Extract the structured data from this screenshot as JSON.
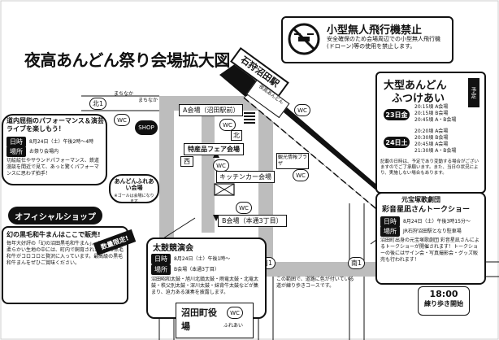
{
  "title": "夜高あんどん祭り会場拡大図",
  "drone_notice": {
    "heading": "小型無人飛行機禁止",
    "text": "安全確保のため会場周辺での小型無人飛行機(ドローン)等の使用を禁止します。"
  },
  "stations": {
    "station_name": "石狩沼田駅",
    "wc": "WC",
    "bus_stop": "夜高あんどん"
  },
  "map_labels": {
    "area_a": "A会場（沼田駅前）",
    "area_b": "B会場（本通3丁目）",
    "tokusan": "特産品フェア会場",
    "kitchen": "キッチンカー会場",
    "north": "北",
    "west": "西",
    "south1": "南1",
    "south1b": "南1",
    "kita1": "北1",
    "kankou": "観光情報プラザ",
    "machinaka": "まちなか",
    "shop": "SHOP",
    "fureai": "ふれあい",
    "town_office": "沼田町役場",
    "note": "この範囲で、道路に色が付いている道が練り歩きコースです。"
  },
  "performance": {
    "heading": "道内屈指のパフォーマンス＆演芸ライブを楽しもう！",
    "date_tag": "日時",
    "date": "8月24日（土）午後2時〜4時",
    "place_tag": "場所",
    "place": "お祭り会場内",
    "desc": "切絵絵仕やサウンドパフォーマンス、鉄道漫談を間近で見て、あっと驚くパフォーマンスに思わず拍手！"
  },
  "official_shop": {
    "heading": "オフィシャルショップ",
    "sub": "幻の黒毛和牛まんはここで販売!",
    "desc": "毎年大好評の「幻の沼田黒毛和牛まん」。ふんわりと柔らかい生地の中には、町内で飼育された特上の黒毛和牛がコロコロと贅沢に入っています。最高級の黒毛和牛まんをぜひご賞味ください。",
    "badge": "数量限定!"
  },
  "fureai_stage": {
    "label": "あんどんふれあい会場",
    "sub": "※ゴールは会場になります"
  },
  "taiko": {
    "heading": "太鼓競演会",
    "date_tag": "日時",
    "date": "8月24日（土）午後1時〜",
    "place_tag": "場所",
    "place": "B会場（本通3丁目）",
    "desc": "沼田昭和太鼓・旭川北鎮太鼓・雨竜太鼓・北竜太鼓・秩父別太鼓・深川太鼓・妹背牛太鼓などが集まり、迫力ある演奏を披露します。"
  },
  "andon_fureai": {
    "heading1": "大型あんどん",
    "heading2": "ふつけあい",
    "badge": "予定",
    "day1": "23日金",
    "day2": "24日土",
    "day1_times": [
      "20:15頃 A会場",
      "20:15頃 B会場",
      "20:45頃 A・B会場"
    ],
    "day2_times": [
      "20:20頃 A会場",
      "20:30頃 B会場",
      "20:45頃 A会場",
      "21:30頃 A・B会場"
    ],
    "note": "記載の日時は、予定であり変動する場合がございますのでご了承願います。また、当日の状況により、実施しない場合もあります。"
  },
  "talk_show": {
    "pre": "元宝塚歌劇団",
    "heading": "彩音星凪さんトークショー",
    "date_tag": "日時",
    "date": "8月24日（土）午後3時15分〜",
    "place_tag": "場所",
    "place": "JR石狩沼田駅となり駐車場",
    "desc": "沼田町出身の元宝塚歌劇団 彩音星凪さんによるトークショーが開催されます！トークショーの後にはサイン会・写真撮影会・グッズ販売も行われます！"
  },
  "start": {
    "time": "18:00",
    "label": "練り歩き開始"
  }
}
